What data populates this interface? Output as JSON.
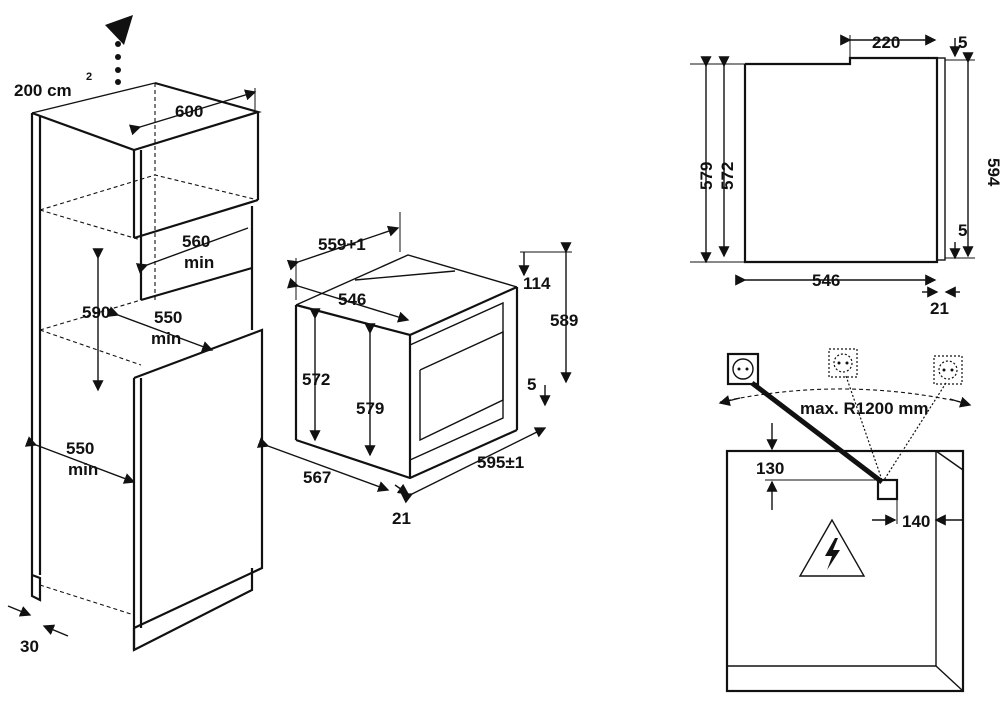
{
  "column_install": {
    "ventilation_area": "200 cm",
    "ventilation_sup": "2",
    "width": "600",
    "niche_depth_top": "560",
    "niche_depth_top_min": "min",
    "niche_height": "590",
    "niche_depth_bottom": "550",
    "niche_depth_bottom_min": "min",
    "side_depth": "550",
    "side_depth_min": "min",
    "plinth_gap": "30"
  },
  "oven_3d": {
    "top_width": "559+1",
    "inner_width": "546",
    "height_inner": "572",
    "height_body": "579",
    "depth": "567",
    "front_thickness": "21",
    "front_width": "595±1",
    "front_height": "589",
    "top_offset": "114",
    "bottom_offset": "5"
  },
  "side_view": {
    "top_step": "220",
    "top_gap": "5",
    "height_outer": "579",
    "height_inner": "572",
    "front_height": "594",
    "bottom_gap": "5",
    "depth": "546",
    "front_thickness": "21"
  },
  "socket_view": {
    "max_radius": "max. R1200 mm",
    "socket_height": "130",
    "socket_offset": "140"
  }
}
